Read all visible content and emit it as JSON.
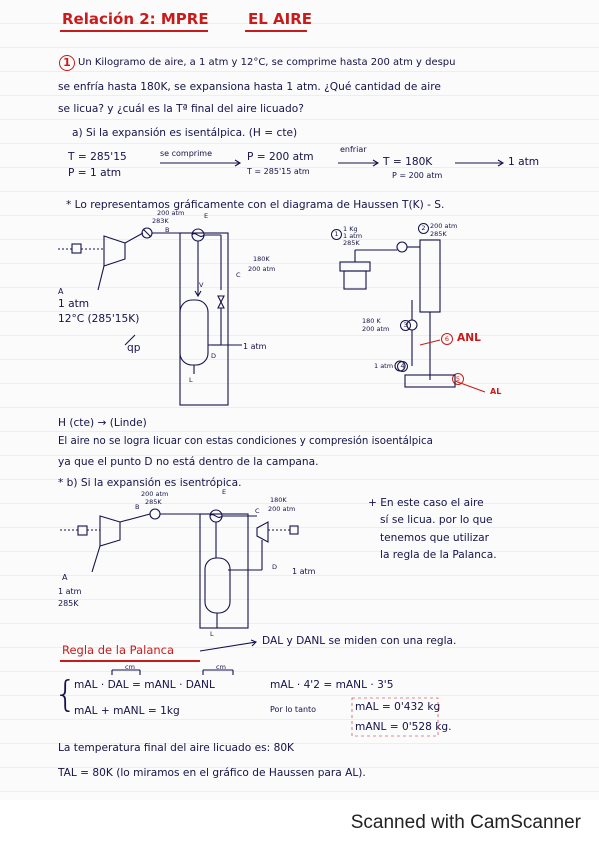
{
  "header": {
    "title": "Relación 2: MPRE",
    "subject": "EL AIRE"
  },
  "problem": {
    "number": "1",
    "line1": "Un Kilogramo de aire, a 1 atm y 12°C, se comprime hasta 200 atm y despu",
    "line2": "se enfría hasta 180K, se expansiona hasta 1 atm. ¿Qué cantidad de aire",
    "line3": "se licua? y ¿cuál es la Tª final del aire licuado?"
  },
  "part_a": {
    "heading": "a) Si la expansión es isentálpica. (H = cte)",
    "t1": "T = 285'15",
    "p1": "P = 1 atm",
    "arrow1": "se comprime",
    "p2": "P = 200 atm",
    "t2": "T = 285'15 atm",
    "arrow2": "enfriar",
    "t3": "T = 180K",
    "p3": "P = 200 atm",
    "p4": "1 atm",
    "note": "* Lo representamos gráficamente con el diagrama de Haussen T(K) - S."
  },
  "diagram_a": {
    "top_label": "200 atm",
    "top_label2": "283K",
    "label_b": "B",
    "label_e": "E",
    "label_c": "C",
    "c_values": "180K",
    "c_values2": "200 atm",
    "label_v": "V",
    "label_a": "A",
    "a_values": "1 atm",
    "a_values2": "12°C (285'15K)",
    "label_qp": "qp",
    "label_d": "D",
    "d_values": "1 atm",
    "label_l": "L"
  },
  "diagram_right": {
    "s1": "1",
    "s1_text": "1 Kg",
    "s1_text2": "1 atm",
    "s1_text3": "285K",
    "s2": "2",
    "s2_text": "200 atm",
    "s2_text2": "285K",
    "s3": "3",
    "s3_text": "180 K",
    "s3_text2": "200 atm",
    "s4": "4",
    "s4_text": "1 atm",
    "s5": "5",
    "s6": "6",
    "anl": "ANL",
    "al": "AL"
  },
  "conclusion_a": {
    "line1": "H (cte) → (Linde)",
    "line2": "El aire no se logra licuar con estas condiciones y compresión isoentálpica",
    "line3": "ya que el punto D no está dentro de la campana."
  },
  "part_b": {
    "heading": "* b) Si la expansión es isentrópica.",
    "top_label": "200 atm",
    "top_label2": "285K",
    "label_b": "B",
    "label_e": "E",
    "c_values": "180K",
    "c_values2": "200 atm",
    "label_c": "C",
    "label_a": "A",
    "a_values": "1 atm",
    "a_values2": "285K",
    "label_d": "D",
    "d_values": "1 atm",
    "label_l": "L",
    "note1": "+ En este caso el aire",
    "note2": "sí se licua. por lo que",
    "note3": "tenemos que utilizar",
    "note4": "la regla de la Palanca."
  },
  "lever_rule": {
    "heading": "Regla de la Palanca",
    "cm1": "cm",
    "cm2": "cm",
    "measure_note": "DAL y DANL se miden con una regla.",
    "eq1": "mAL · DAL = mANL · DANL",
    "eq2": "mAL + mANL = 1kg",
    "eq3": "mAL · 4'2 = mANL · 3'5",
    "therefore": "Por lo tanto",
    "res1": "mAL = 0'432 kg",
    "res2": "mANL = 0'528 kg."
  },
  "final": {
    "line1": "La temperatura final del aire licuado es: 80K",
    "line2": "TAL = 80K (lo miramos en el gráfico de Haussen para AL)."
  },
  "footer": {
    "scanner": "Scanned with CamScanner"
  }
}
